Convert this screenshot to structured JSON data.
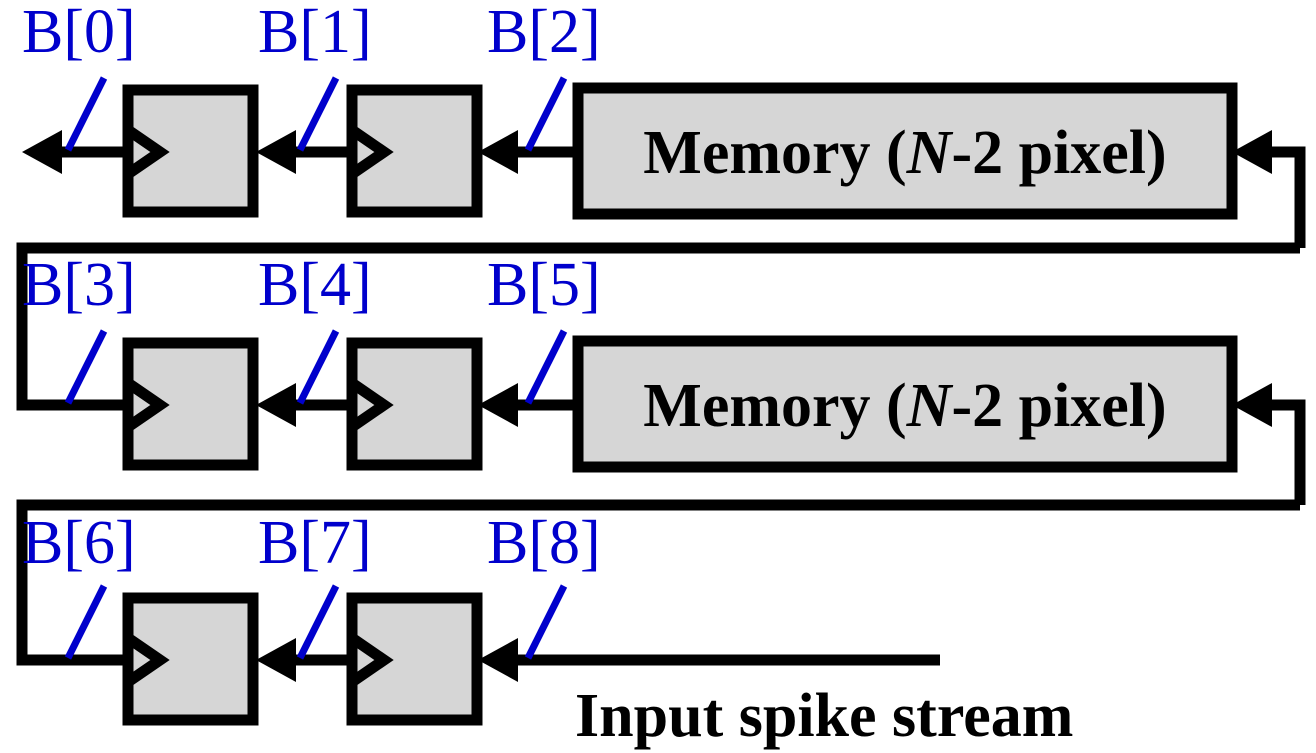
{
  "diagram": {
    "title": "Shift register with memory blocks",
    "colors": {
      "label_blue": "#0000cc",
      "box_fill": "#d6d6d6",
      "wire_black": "#000000",
      "background": "#ffffff"
    },
    "bit_labels": [
      "B[0]",
      "B[1]",
      "B[2]",
      "B[3]",
      "B[4]",
      "B[5]",
      "B[6]",
      "B[7]",
      "B[8]"
    ],
    "memory_blocks": [
      {
        "prefix": "Memory (",
        "italic": "N",
        "suffix": "-2 pixel)"
      },
      {
        "prefix": "Memory (",
        "italic": "N",
        "suffix": "-2 pixel)"
      }
    ],
    "input_label": "Input spike stream",
    "rows": [
      {
        "name": "row-1",
        "labels": [
          "B[0]",
          "B[1]",
          "B[2]"
        ],
        "has_memory": true,
        "has_output_arrow": true
      },
      {
        "name": "row-2",
        "labels": [
          "B[3]",
          "B[4]",
          "B[5]"
        ],
        "has_memory": true,
        "has_output_arrow": false
      },
      {
        "name": "row-3",
        "labels": [
          "B[6]",
          "B[7]",
          "B[8]"
        ],
        "has_memory": false,
        "has_output_arrow": false
      }
    ]
  }
}
